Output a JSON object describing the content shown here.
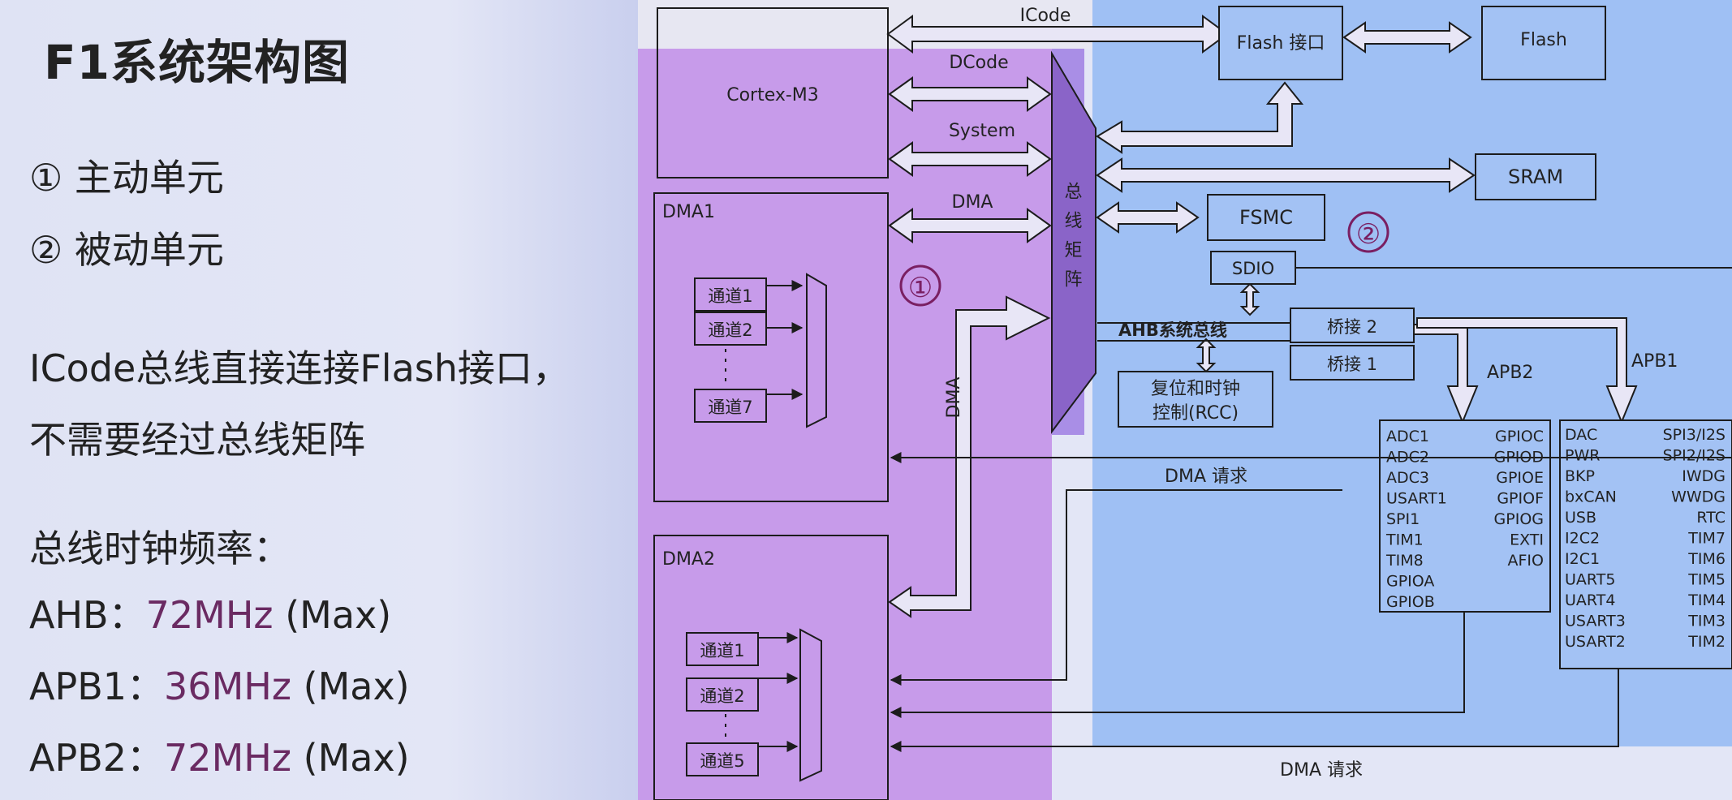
{
  "slide": {
    "title": "F1系统架构图",
    "items": [
      "① 主动单元",
      "② 被动单元"
    ],
    "note": [
      "ICode总线直接连接Flash接口，",
      "不需要经过总线矩阵"
    ],
    "freq_heading": "总线时钟频率：",
    "freqs": [
      {
        "bus": "AHB：",
        "value": "72MHz",
        "suffix": " (Max)"
      },
      {
        "bus": "APB1：",
        "value": "36MHz",
        "suffix": " (Max)"
      },
      {
        "bus": "APB2：",
        "value": "72MHz",
        "suffix": " (Max)"
      }
    ]
  },
  "diagram": {
    "cpu": "Cortex-M3",
    "dma1": "DMA1",
    "dma2": "DMA2",
    "dma1_channels": [
      "通道1",
      "通道2",
      "通道7"
    ],
    "dma2_channels": [
      "通道1",
      "通道2",
      "通道5"
    ],
    "buses": {
      "icode": "ICode",
      "dcode": "DCode",
      "system": "System",
      "dma": "DMA",
      "dma_vertical": "DMA"
    },
    "bus_matrix": "总线矩阵",
    "flash_if": "Flash 接口",
    "flash": "Flash",
    "sram": "SRAM",
    "fsmc": "FSMC",
    "sdio": "SDIO",
    "ahb": "AHB系统总线",
    "bridge2": "桥接 2",
    "bridge1": "桥接 1",
    "rcc_line1": "复位和时钟",
    "rcc_line2": "控制(RCC)",
    "apb1": "APB1",
    "apb2": "APB2",
    "dma_request": "DMA 请求",
    "marker_active": "①",
    "marker_passive": "②",
    "apb2_left": [
      "ADC1",
      "ADC2",
      "ADC3",
      "USART1",
      "SPI1",
      "TIM1",
      "TIM8",
      "GPIOA",
      "GPIOB"
    ],
    "apb2_right": [
      "GPIOC",
      "GPIOD",
      "GPIOE",
      "GPIOF",
      "GPIOG",
      "EXTI",
      "AFIO"
    ],
    "apb1_left": [
      "DAC",
      "PWR",
      "BKP",
      "bxCAN",
      "USB",
      "I2C2",
      "I2C1",
      "UART5",
      "UART4",
      "USART3",
      "USART2"
    ],
    "apb1_right": [
      "SPI3/I2S",
      "SPI2/I2S",
      "IWDG",
      "WWDG",
      "RTC",
      "TIM7",
      "TIM6",
      "TIM5",
      "TIM4",
      "TIM3",
      "TIM2"
    ],
    "colors": {
      "active_region": "#c79bea",
      "passive_region": "#9fc0f4",
      "bus_matrix": "#8a64c8",
      "line": "#1c1c1c"
    }
  }
}
